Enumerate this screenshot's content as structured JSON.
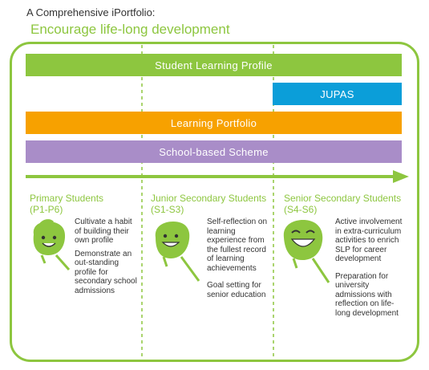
{
  "header": {
    "title": "A Comprehensive iPortfolio:",
    "subtitle": "Encourage life-long development"
  },
  "colors": {
    "green": "#8dc63f",
    "blue": "#0b9ed9",
    "orange": "#f7a100",
    "purple": "#a98dc8",
    "stage_title": "#8dc63f"
  },
  "bars": {
    "slp": "Student Learning Profile",
    "jupas": "JUPAS",
    "learning_portfolio": "Learning Portfolio",
    "school_based": "School-based Scheme"
  },
  "stages": {
    "primary": {
      "title": "Primary Students",
      "range": "(P1-P6)",
      "items": [
        "Cultivate a habit of building their own profile",
        "Demonstrate an out-standing profile for secondary school admissions"
      ],
      "icon": "smiling-face-icon"
    },
    "junior": {
      "title": "Junior Secondary Students",
      "range": "(S1-S3)",
      "items": [
        "Self-reflection on learning experience from the fullest record of learning achievements",
        "Goal setting for senior education"
      ],
      "icon": "grinning-face-icon"
    },
    "senior": {
      "title": "Senior Secondary Students",
      "range": "(S4-S6)",
      "items": [
        "Active involvement in extra-curriculum activities to enrich SLP for career development",
        "Preparation for university admissions with reflection on life-long development"
      ],
      "icon": "laughing-face-icon"
    }
  }
}
